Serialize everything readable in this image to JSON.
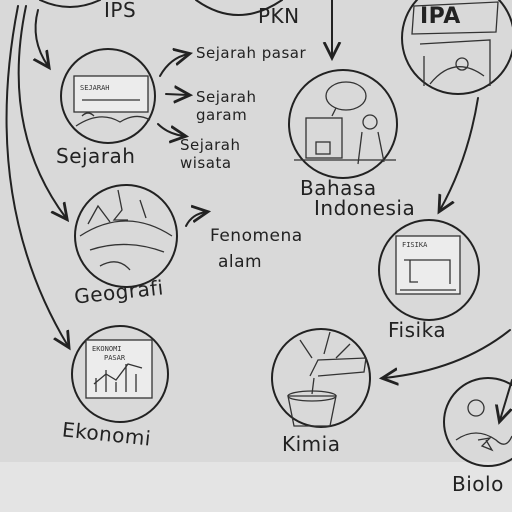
{
  "nodes": {
    "ips": "IPS",
    "pkn": "PKN",
    "ipa": "IPA",
    "sejarah": "Sejarah",
    "bahasa_line1": "Bahasa",
    "bahasa_line2": "Indonesia",
    "geografi": "Geografi",
    "fisika": "Fisika",
    "ekonomi": "Ekonomi",
    "kimia": "Kimia",
    "biologi": "Biolo"
  },
  "sejarah_topics": [
    "Sejarah pasar",
    "Sejarah garam",
    "Sejarah wisata"
  ],
  "geografi_topic_line1": "Fenomena",
  "geografi_topic_line2": "alam",
  "illustration_text": {
    "sejarah_box": "SEJARAH",
    "ekonomi_box_line1": "EKONOMI",
    "ekonomi_box_line2": "PASAR",
    "fisika_box": "FISIKA"
  },
  "colors": {
    "paper": "#d9d9d9",
    "ink": "#222222"
  }
}
